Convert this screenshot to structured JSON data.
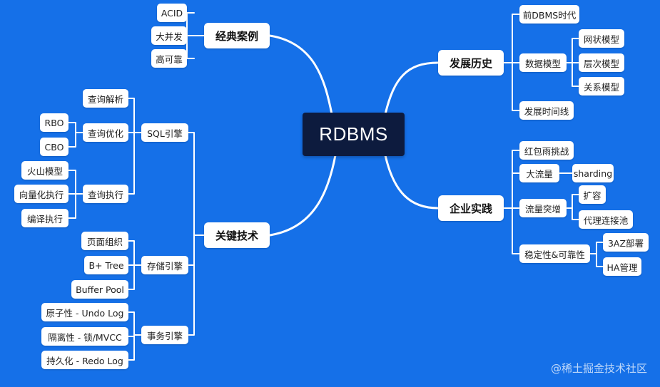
{
  "center": "RDBMS",
  "branches": {
    "classic_cases": {
      "label": "经典案例",
      "items": [
        "ACID",
        "大并发",
        "高可靠"
      ]
    },
    "key_tech": {
      "label": "关键技术",
      "sql_engine": {
        "label": "SQL引擎",
        "parse": "查询解析",
        "optimize": {
          "label": "查询优化",
          "items": [
            "RBO",
            "CBO"
          ]
        },
        "execute": {
          "label": "查询执行",
          "items": [
            "火山模型",
            "向量化执行",
            "编译执行"
          ]
        }
      },
      "storage_engine": {
        "label": "存储引擎",
        "items": [
          "页面组织",
          "B+ Tree",
          "Buffer Pool"
        ]
      },
      "txn_engine": {
        "label": "事务引擎",
        "items": [
          "原子性 - Undo Log",
          "隔离性 - 锁/MVCC",
          "持久化 - Redo Log"
        ]
      }
    },
    "history": {
      "label": "发展历史",
      "pre_dbms": "前DBMS时代",
      "data_model": {
        "label": "数据模型",
        "items": [
          "网状模型",
          "层次模型",
          "关系模型"
        ]
      },
      "timeline": "发展时间线"
    },
    "enterprise": {
      "label": "企业实践",
      "red_packet": "红包雨挑战",
      "big_traffic": {
        "label": "大流量",
        "items": [
          "sharding"
        ]
      },
      "traffic_surge": {
        "label": "流量突增",
        "items": [
          "扩容",
          "代理连接池"
        ]
      },
      "stability": {
        "label": "稳定性&可靠性",
        "items": [
          "3AZ部署",
          "HA管理"
        ]
      }
    }
  },
  "watermark": "@稀土掘金技术社区"
}
